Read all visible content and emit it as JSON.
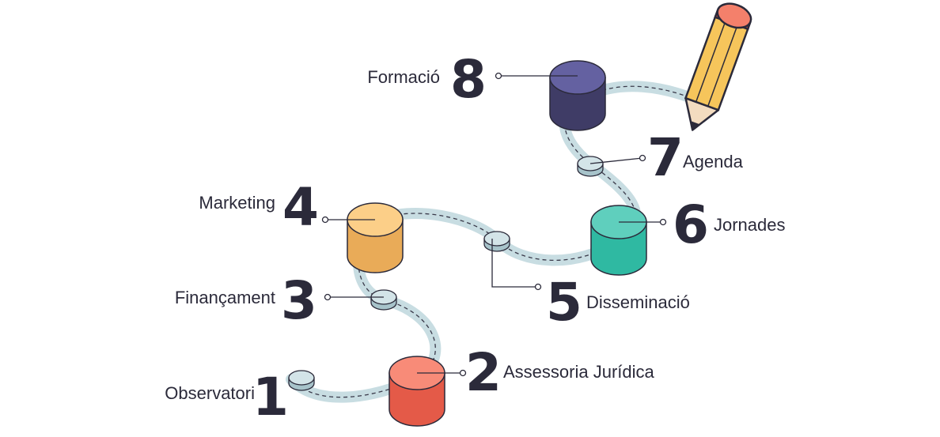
{
  "colors": {
    "road": "#c8dde2",
    "dash": "#3a3a4a",
    "line": "#2b2a3a",
    "text": "#2b2a3a",
    "small_disc_top": "#d3e4e8",
    "small_disc_side": "#a7c3ca",
    "pencil_body": "#f6c55b",
    "pencil_eraser": "#f4806b",
    "pencil_band": "#e2503e",
    "pencil_tip": "#f3dcc0"
  },
  "steps": [
    {
      "number": "1",
      "label": "Observatori",
      "marker": "small-disc"
    },
    {
      "number": "2",
      "label": "Assessoria Jurídica",
      "marker": "cylinder",
      "color_top": "#f88b78",
      "color_side": "#e45a48"
    },
    {
      "number": "3",
      "label": "Finançament",
      "marker": "small-disc"
    },
    {
      "number": "4",
      "label": "Marketing",
      "marker": "cylinder",
      "color_top": "#fccf88",
      "color_side": "#e9ab58"
    },
    {
      "number": "5",
      "label": "Disseminació",
      "marker": "small-disc"
    },
    {
      "number": "6",
      "label": "Jornades",
      "marker": "cylinder",
      "color_top": "#5fcfbd",
      "color_side": "#2fb9a2"
    },
    {
      "number": "7",
      "label": "Agenda",
      "marker": "small-disc"
    },
    {
      "number": "8",
      "label": "Formació",
      "marker": "cylinder",
      "color_top": "#6461a1",
      "color_side": "#3f3c66"
    }
  ],
  "icons": [
    "pencil-icon"
  ]
}
